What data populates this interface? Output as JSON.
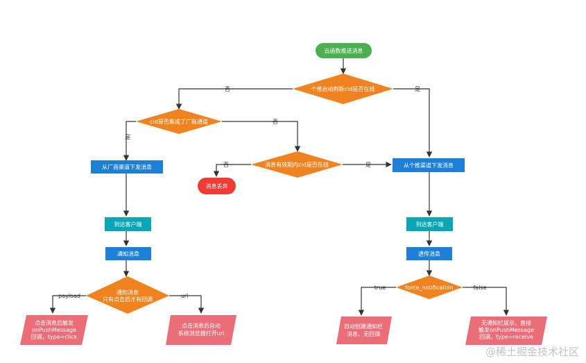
{
  "colors": {
    "green": "#4caf50",
    "orange": "#f0831f",
    "blue": "#1e7fd6",
    "teal": "#0aa6b5",
    "red": "#f03c35",
    "pink": "#ea6d78",
    "edge": "#333333"
  },
  "nodes": {
    "start": "云函数推送消息",
    "online_check": "个推启动判断cid是否在线",
    "vendor_check": "cid是否集成了厂商通道",
    "offline_valid_check": "消息有效期内cid是否在线",
    "discard": "消息丢弃",
    "vendor_send": "从厂商渠道下发消息",
    "getui_send": "从个推渠道下发消息",
    "arrive_left": "到达客户端",
    "arrive_right": "到达客户端",
    "notify": "通知消息",
    "passthrough": "透传消息",
    "notify_decision": [
      "通知消息",
      "只有点击后才有回调"
    ],
    "force_decision": "force_notification",
    "click_callback": [
      "点击消息后触发",
      "onPushMessage",
      "回调，type=click"
    ],
    "open_url": [
      "点击消息后自动",
      "系统浏览器打开url"
    ],
    "auto_create": [
      "自动创建通知栏",
      "消息，无回调"
    ],
    "receive_callback": [
      "无通知栏展示，直接",
      "触发onPushMessage",
      "回调，type=receive"
    ]
  },
  "edge_labels": {
    "no_left": "否",
    "yes_right": "是",
    "yes_down": "是",
    "no_vendor": "否",
    "no_discard": "否",
    "yes_online": "是",
    "payload": "payload",
    "url": "url",
    "true_label": "true",
    "false_label": "false"
  },
  "watermark": "@稀土掘金技术社区"
}
